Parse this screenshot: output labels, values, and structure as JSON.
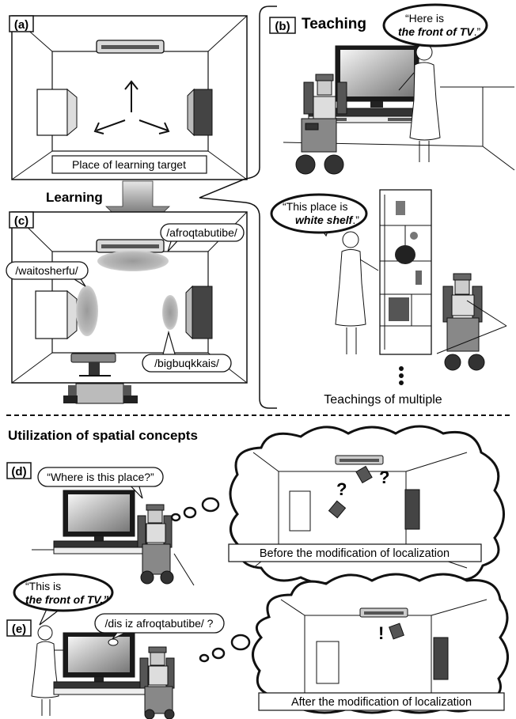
{
  "panels": {
    "a": {
      "tag": "(a)",
      "caption": "Place of learning target"
    },
    "b": {
      "tag": "(b)",
      "title": "Teaching",
      "speech1_line1": "“Here is",
      "speech1_line2": "the front of TV",
      "speech1_end": ".”",
      "speech2_line1": "“This place is",
      "speech2_line2": "white shelf",
      "speech2_end": ".”",
      "caption": "Teachings of multiple"
    },
    "c": {
      "tag": "(c)",
      "label_tv": "/afroqtabutibe/",
      "label_left": "/waitosherfu/",
      "label_right": "/bigbuqkkais/"
    },
    "d": {
      "tag": "(d)",
      "speech": "“Where is this place?”",
      "caption": "Before the modification of localization"
    },
    "e": {
      "tag": "(e)",
      "speech_line1": "“This is",
      "speech_line2": "the front of TV.”",
      "robot_speech": "/dis iz afroqtabutibe/ ?",
      "caption": "After the modification of localization"
    }
  },
  "arrow_label": "Learning",
  "section_title": "Utilization of spatial concepts",
  "marks": {
    "question": "?",
    "exclaim": "!"
  },
  "colors": {
    "ink": "#111111",
    "wall_dark": "#444444",
    "gray": "#888888"
  }
}
